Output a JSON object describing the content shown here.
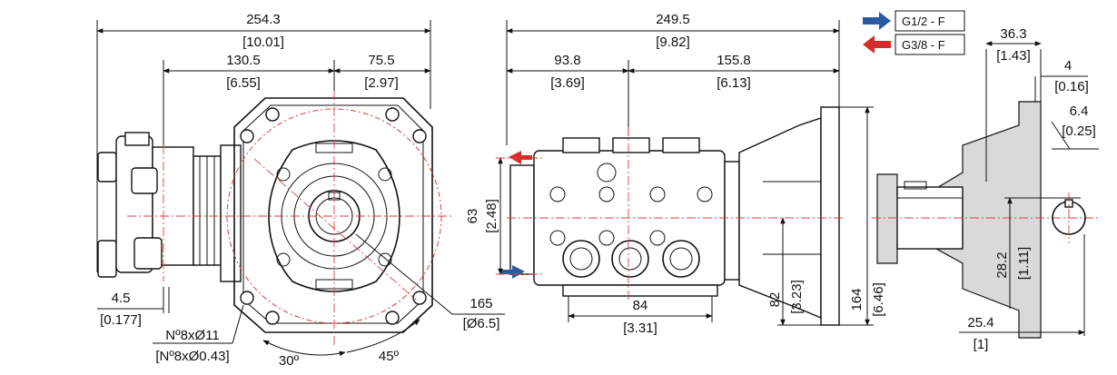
{
  "legend": {
    "inlet": {
      "label": "G1/2 - F",
      "color": "#2c5aa0",
      "icon": "blue-arrow-icon"
    },
    "outlet": {
      "label": "G3/8 - F",
      "color": "#d62b2b",
      "icon": "red-arrow-icon"
    }
  },
  "front_view": {
    "overall_width": "254.3",
    "overall_width_in": "[10.01]",
    "left_to_center": "130.5",
    "left_to_center_in": "[6.55]",
    "center_to_face": "75.5",
    "center_to_face_in": "[2.97]",
    "edge_offset": "4.5",
    "edge_offset_in": "[0.177]",
    "holes": "Nº8xØ11",
    "holes_in": "[Nº8xØ0.43]",
    "bolt_circle": "165",
    "bolt_circle_in": "[Ø6.5]",
    "angle_a": "30º",
    "angle_b": "45º"
  },
  "side_view": {
    "overall_length": "249.5",
    "overall_length_in": "[9.82]",
    "left_section": "93.8",
    "left_section_in": "[3.69]",
    "right_section": "155.8",
    "right_section_in": "[6.13]",
    "port_spacing": "63",
    "port_spacing_in": "[2.48]",
    "base_width": "84",
    "base_width_in": "[3.31]",
    "shaft_height": "82",
    "shaft_height_in": "[3.23]",
    "flange_height": "164",
    "flange_height_in": "[6.46]"
  },
  "shaft_detail": {
    "flange_offset": "36.3",
    "flange_offset_in": "[1.43]",
    "key_width": "4",
    "key_width_in": "[0.16]",
    "key_depth": "6.4",
    "key_depth_in": "[0.25]",
    "shaft_height": "28.2",
    "shaft_height_in": "[1.11]",
    "shaft_diameter": "25.4",
    "shaft_diameter_in": "[1]"
  }
}
